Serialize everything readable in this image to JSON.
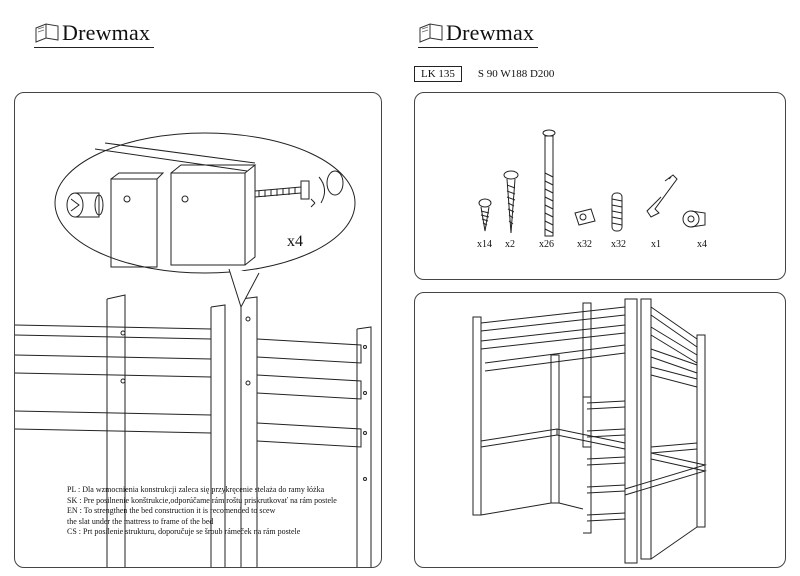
{
  "brand": {
    "name": "Drewmax"
  },
  "model": {
    "code": "LK 135",
    "dimensions": "S 90 W188 D200"
  },
  "detail": {
    "multiplier": "x4"
  },
  "parts": [
    {
      "name": "short-screw",
      "qty": "x14"
    },
    {
      "name": "wood-screw",
      "qty": "x2"
    },
    {
      "name": "long-bolt",
      "qty": "x26"
    },
    {
      "name": "barrel-nut",
      "qty": "x32"
    },
    {
      "name": "wooden-dowel",
      "qty": "x32"
    },
    {
      "name": "allen-key",
      "qty": "x1"
    },
    {
      "name": "cap-nut",
      "qty": "x4"
    }
  ],
  "instructions": [
    "PL : Dla wzmocnienia konstrukcji zaleca się  przykręcenie stelaża do ramy łóżka",
    "SK : Pre posilnenie konštrukcie,odporúčame rám roštu priskrutkovať  na rám postele",
    "EN : To strengthen the bed construction it is recomended to scew",
    "the slat under the mattress to frame of the bed",
    "CS : Prt posílenie strukturu, doporučuje se šroub rámeček na rám postele"
  ]
}
